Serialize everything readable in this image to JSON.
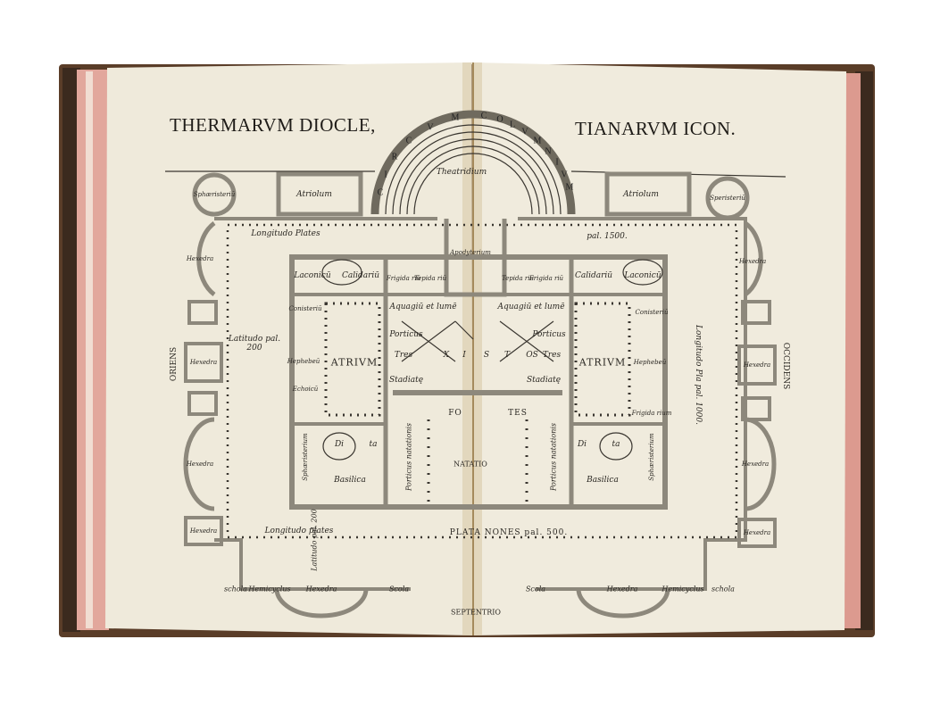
{
  "title": {
    "left": "THERMARVM DIOCLE,",
    "right": "TIANARVM ICON."
  },
  "arc_text": [
    "C",
    "I",
    "R",
    "C",
    "V",
    "M",
    "C",
    "O",
    "L",
    "V",
    "M",
    "N",
    "I",
    "V",
    "M"
  ],
  "compass": {
    "east": "ORIENS",
    "west": "OCCIDENS",
    "north": "SEPTENTRIO"
  },
  "labels": {
    "theatridium": "Theatridium",
    "atriolum": "Atriolum",
    "sphaeristerium_l": "Sphæristeriū",
    "sphaeristerium_r": "Speristeriū",
    "longitudo_plates_top": "Longitudo   Plates",
    "pal_1500": "pal.        1500.",
    "hexedra": "Hexedra",
    "apodyterium": "Apodyterium",
    "laconicum": "Laconicū",
    "calidarium": "Calidariū",
    "frigidarium": "Frigida riū",
    "tepidarium": "Tepida riū",
    "aquagium": "Aquagiū et lumē",
    "porticus": "Porticus",
    "tres": "Tres",
    "stadiats": "Stadiatę",
    "xistos": [
      "X",
      "I",
      "S",
      "T",
      "OS"
    ],
    "atrium": "ATRIVM",
    "conisterium": "Conisteriū",
    "hyphoebeum": "Hephebeū",
    "ephebeum": "Echoicū",
    "latitudo_200": "Latitudo pal. 200",
    "longitudo_right": "Longitudo  Pla  pal.  1000.",
    "fontes": [
      "FO",
      "TES"
    ],
    "natatio": "NATATIO",
    "dieta": [
      "Di",
      "ta"
    ],
    "basilica": "Basilica",
    "porticus_natationis": "Porticus natationis",
    "sphaeristerium_side": "Sphæristerium",
    "longitudo_plates_bottom": "Longitudo     plates",
    "platanones": "PLATA  NONES   pal.      500.",
    "latitudo_bottom": "Latitudo pal. 200",
    "schola": "schola",
    "scola": "Scola",
    "hemicyclus": "Hemicyclus",
    "frigidarium_small": "Frigida rium"
  },
  "colors": {
    "paper": "#efeadb",
    "ink": "#3a3630",
    "wall": "#8d887c",
    "cover": "#5a3d28",
    "page_edge": "#d98f86"
  }
}
